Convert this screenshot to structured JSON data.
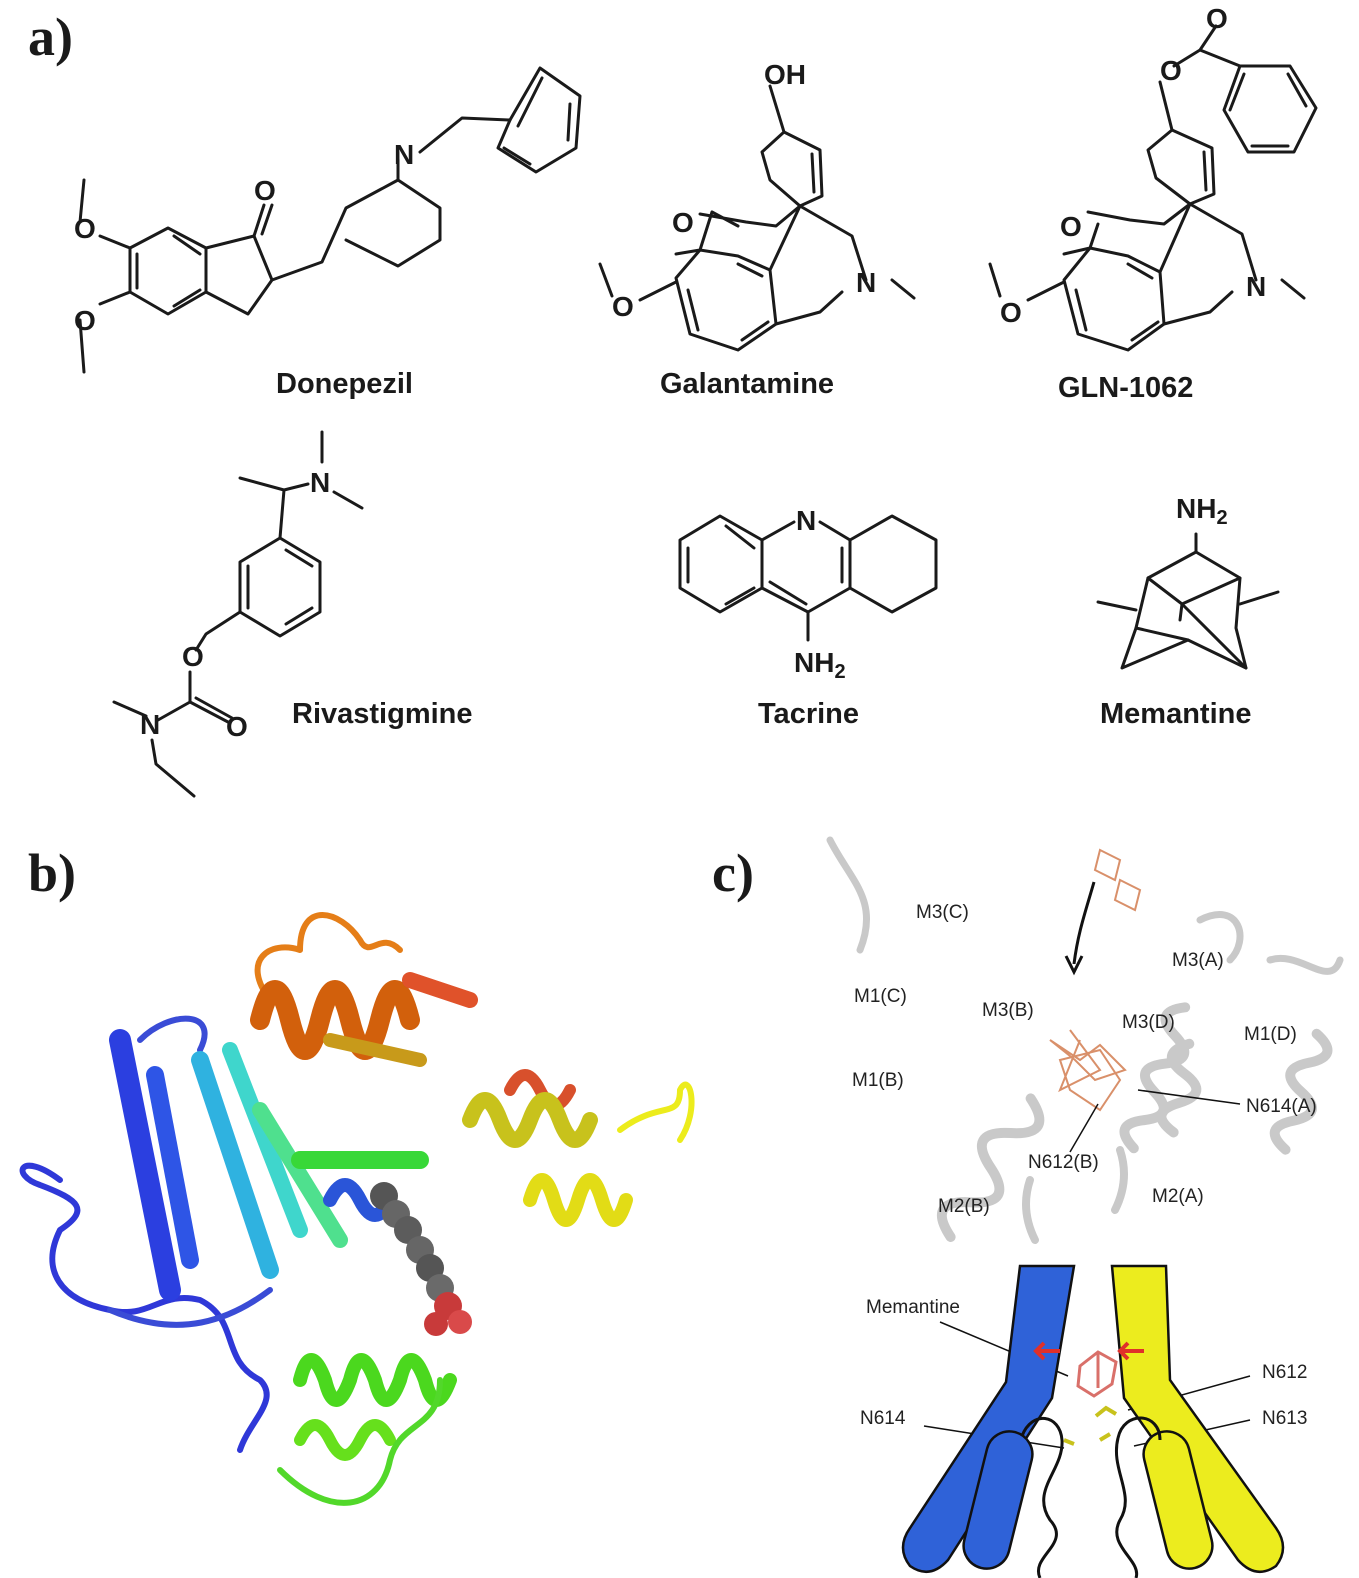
{
  "panels": {
    "a": {
      "letter": "a)"
    },
    "b": {
      "letter": "b)"
    },
    "c": {
      "letter": "c)"
    }
  },
  "molecules": {
    "donepezil": {
      "name": "Donepezil"
    },
    "galantamine": {
      "name": "Galantamine"
    },
    "gln": {
      "name": "GLN-1062"
    },
    "rivastigmine": {
      "name": "Rivastigmine"
    },
    "tacrine": {
      "name": "Tacrine"
    },
    "memantine": {
      "name": "Memantine"
    }
  },
  "atoms": {
    "O": "O",
    "N": "N",
    "OH": "OH",
    "NH": "NH",
    "sub2": "2"
  },
  "structure_c": {
    "helix_labels": [
      "M3(C)",
      "M3(A)",
      "M1(C)",
      "M3(B)",
      "M3(D)",
      "M1(D)",
      "M1(B)",
      "N614(A)",
      "N612(B)",
      "M2(B)",
      "M2(A)"
    ],
    "schematic_labels": {
      "memantine": "Memantine",
      "n612": "N612",
      "n614": "N614",
      "n613": "N613"
    }
  },
  "colors": {
    "blue_helix": "#2f62d8",
    "yellow_helix": "#ecec1e",
    "ligand": "#d9706a"
  }
}
